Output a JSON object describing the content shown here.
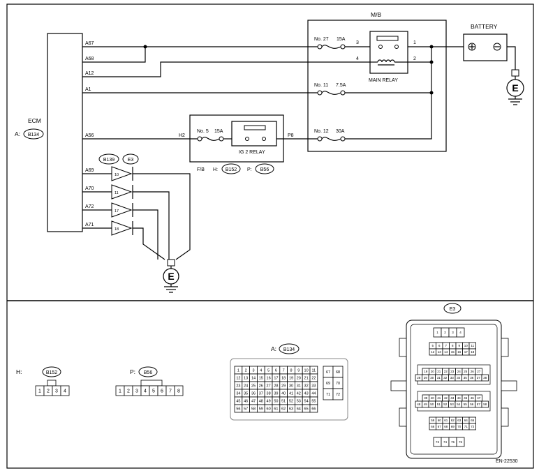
{
  "ecm": {
    "label": "ECM",
    "connector_prefix": "A:",
    "connector": "B134",
    "pins": [
      "A67",
      "A68",
      "A12",
      "A1",
      "A56",
      "A69",
      "A70",
      "A72",
      "A71"
    ]
  },
  "mb": {
    "label": "M/B",
    "fuses": [
      {
        "no": "No. 27",
        "amp": "15A"
      },
      {
        "no": "No. 11",
        "amp": "7.5A"
      },
      {
        "no": "No. 12",
        "amp": "30A"
      }
    ],
    "relay_pins": [
      "3",
      "4",
      "1",
      "2"
    ],
    "relay_label": "MAIN RELAY"
  },
  "battery": {
    "label": "BATTERY"
  },
  "fb": {
    "fuse_no": "No. 5",
    "fuse_amp": "15A",
    "relay_label": "IG 2 RELAY",
    "h_terminal": "H2",
    "p_terminal": "P8",
    "fb_label": "F/B",
    "h_prefix": "H:",
    "h_connector": "B152",
    "p_prefix": "P:",
    "p_connector": "B56"
  },
  "diodes": {
    "connector_a": "B139",
    "connector_b": "E3",
    "pins": [
      "10",
      "11",
      "17",
      "18"
    ]
  },
  "ground_symbol": "E",
  "connectors": {
    "h": {
      "prefix": "H:",
      "name": "B152",
      "pins": [
        "1",
        "2",
        "3",
        "4"
      ]
    },
    "p": {
      "prefix": "P:",
      "name": "B56",
      "pins": [
        "1",
        "2",
        "3",
        "4",
        "5",
        "6",
        "7",
        "8"
      ]
    },
    "a": {
      "prefix": "A:",
      "name": "B134",
      "rows": [
        [
          "1",
          "2",
          "3",
          "4",
          "5",
          "6",
          "7",
          "8",
          "9",
          "10",
          "11"
        ],
        [
          "12",
          "13",
          "14",
          "15",
          "16",
          "17",
          "18",
          "19",
          "20",
          "21",
          "22"
        ],
        [
          "23",
          "24",
          "25",
          "26",
          "27",
          "28",
          "29",
          "30",
          "31",
          "32",
          "33"
        ],
        [
          "34",
          "35",
          "36",
          "37",
          "38",
          "39",
          "40",
          "41",
          "42",
          "43",
          "44"
        ],
        [
          "45",
          "46",
          "47",
          "48",
          "49",
          "50",
          "51",
          "52",
          "53",
          "54",
          "55"
        ],
        [
          "56",
          "57",
          "58",
          "59",
          "60",
          "61",
          "62",
          "63",
          "64",
          "65",
          "66"
        ]
      ],
      "side": [
        [
          "67",
          "68"
        ],
        [
          "69",
          "70"
        ],
        [
          "71",
          "72"
        ]
      ]
    },
    "e3": {
      "name": "E3",
      "rows": [
        [
          "1",
          "2",
          "3",
          "4"
        ],
        [
          "5",
          "6",
          "7",
          "8",
          "9",
          "10",
          "11"
        ],
        [
          "12",
          "13",
          "14",
          "15",
          "16",
          "17",
          "18"
        ],
        [
          "19",
          "20",
          "21",
          "22",
          "23",
          "24",
          "25",
          "26",
          "27"
        ],
        [
          "28",
          "29",
          "30",
          "31",
          "32",
          "33",
          "34",
          "35",
          "36",
          "37",
          "38"
        ],
        [
          "39",
          "40",
          "41",
          "42",
          "43",
          "44",
          "45",
          "46",
          "47"
        ],
        [
          "48",
          "49",
          "50",
          "51",
          "52",
          "53",
          "54",
          "55",
          "56",
          "57",
          "58"
        ],
        [
          "59",
          "60",
          "61",
          "62",
          "63",
          "64",
          "65"
        ],
        [
          "66",
          "67",
          "68",
          "69",
          "70",
          "71",
          "72"
        ],
        [
          "73",
          "74",
          "75",
          "76"
        ]
      ]
    }
  },
  "figure_code": "EN-22530"
}
